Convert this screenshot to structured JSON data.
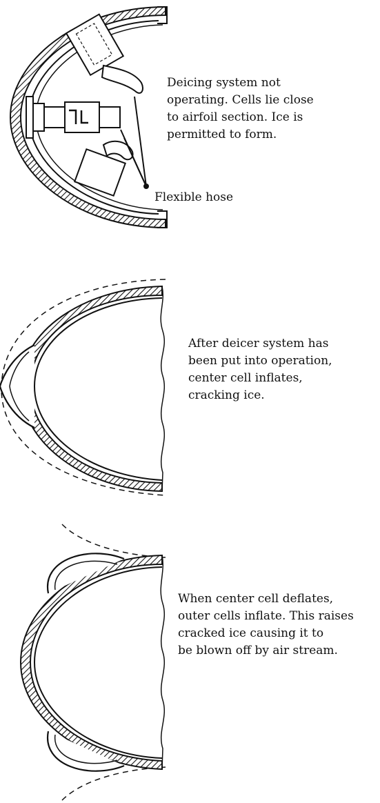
{
  "panels": [
    {
      "caption_lines": [
        "Deicing system not",
        "operating. Cells lie close",
        "to airfoil section. Ice is",
        "permitted to form."
      ],
      "callout": "Flexible hose"
    },
    {
      "caption_lines": [
        "After deicer system has",
        "been put into operation,",
        "center cell inflates,",
        "cracking ice."
      ]
    },
    {
      "caption_lines": [
        "When center cell deflates,",
        "outer cells inflate. This raises",
        "cracked ice causing it to",
        "be blown off by air stream."
      ]
    }
  ]
}
